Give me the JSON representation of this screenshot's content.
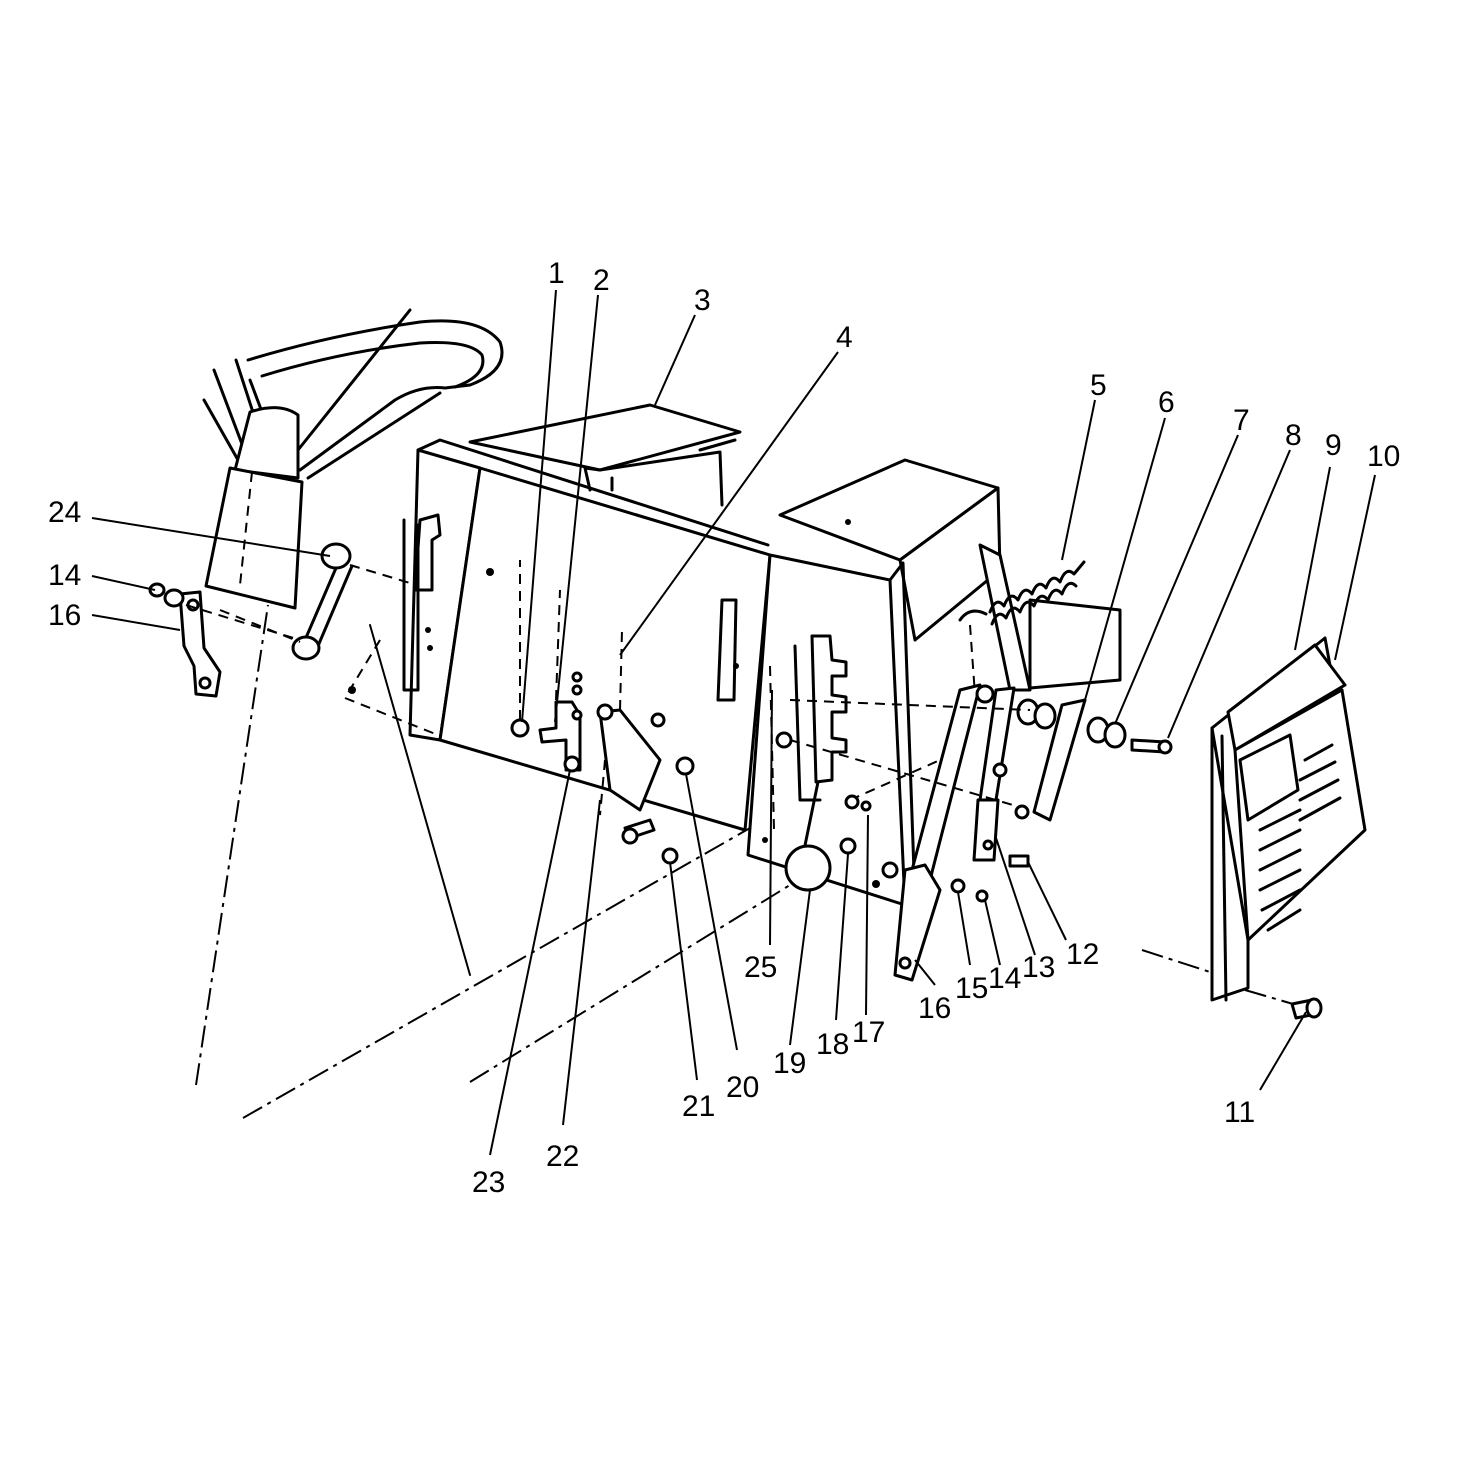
{
  "callouts": [
    {
      "id": "c1",
      "label": "1"
    },
    {
      "id": "c2",
      "label": "2"
    },
    {
      "id": "c3",
      "label": "3"
    },
    {
      "id": "c4",
      "label": "4"
    },
    {
      "id": "c5",
      "label": "5"
    },
    {
      "id": "c6",
      "label": "6"
    },
    {
      "id": "c7",
      "label": "7"
    },
    {
      "id": "c8",
      "label": "8"
    },
    {
      "id": "c9",
      "label": "9"
    },
    {
      "id": "c10",
      "label": "10"
    },
    {
      "id": "c11",
      "label": "11"
    },
    {
      "id": "c12",
      "label": "12"
    },
    {
      "id": "c13",
      "label": "13"
    },
    {
      "id": "c14r",
      "label": "14"
    },
    {
      "id": "c15",
      "label": "15"
    },
    {
      "id": "c16r",
      "label": "16"
    },
    {
      "id": "c17",
      "label": "17"
    },
    {
      "id": "c18",
      "label": "18"
    },
    {
      "id": "c19",
      "label": "19"
    },
    {
      "id": "c20",
      "label": "20"
    },
    {
      "id": "c21",
      "label": "21"
    },
    {
      "id": "c22",
      "label": "22"
    },
    {
      "id": "c23",
      "label": "23"
    },
    {
      "id": "c24",
      "label": "24"
    },
    {
      "id": "c25",
      "label": "25"
    },
    {
      "id": "c14l",
      "label": "14"
    },
    {
      "id": "c16l",
      "label": "16"
    }
  ]
}
